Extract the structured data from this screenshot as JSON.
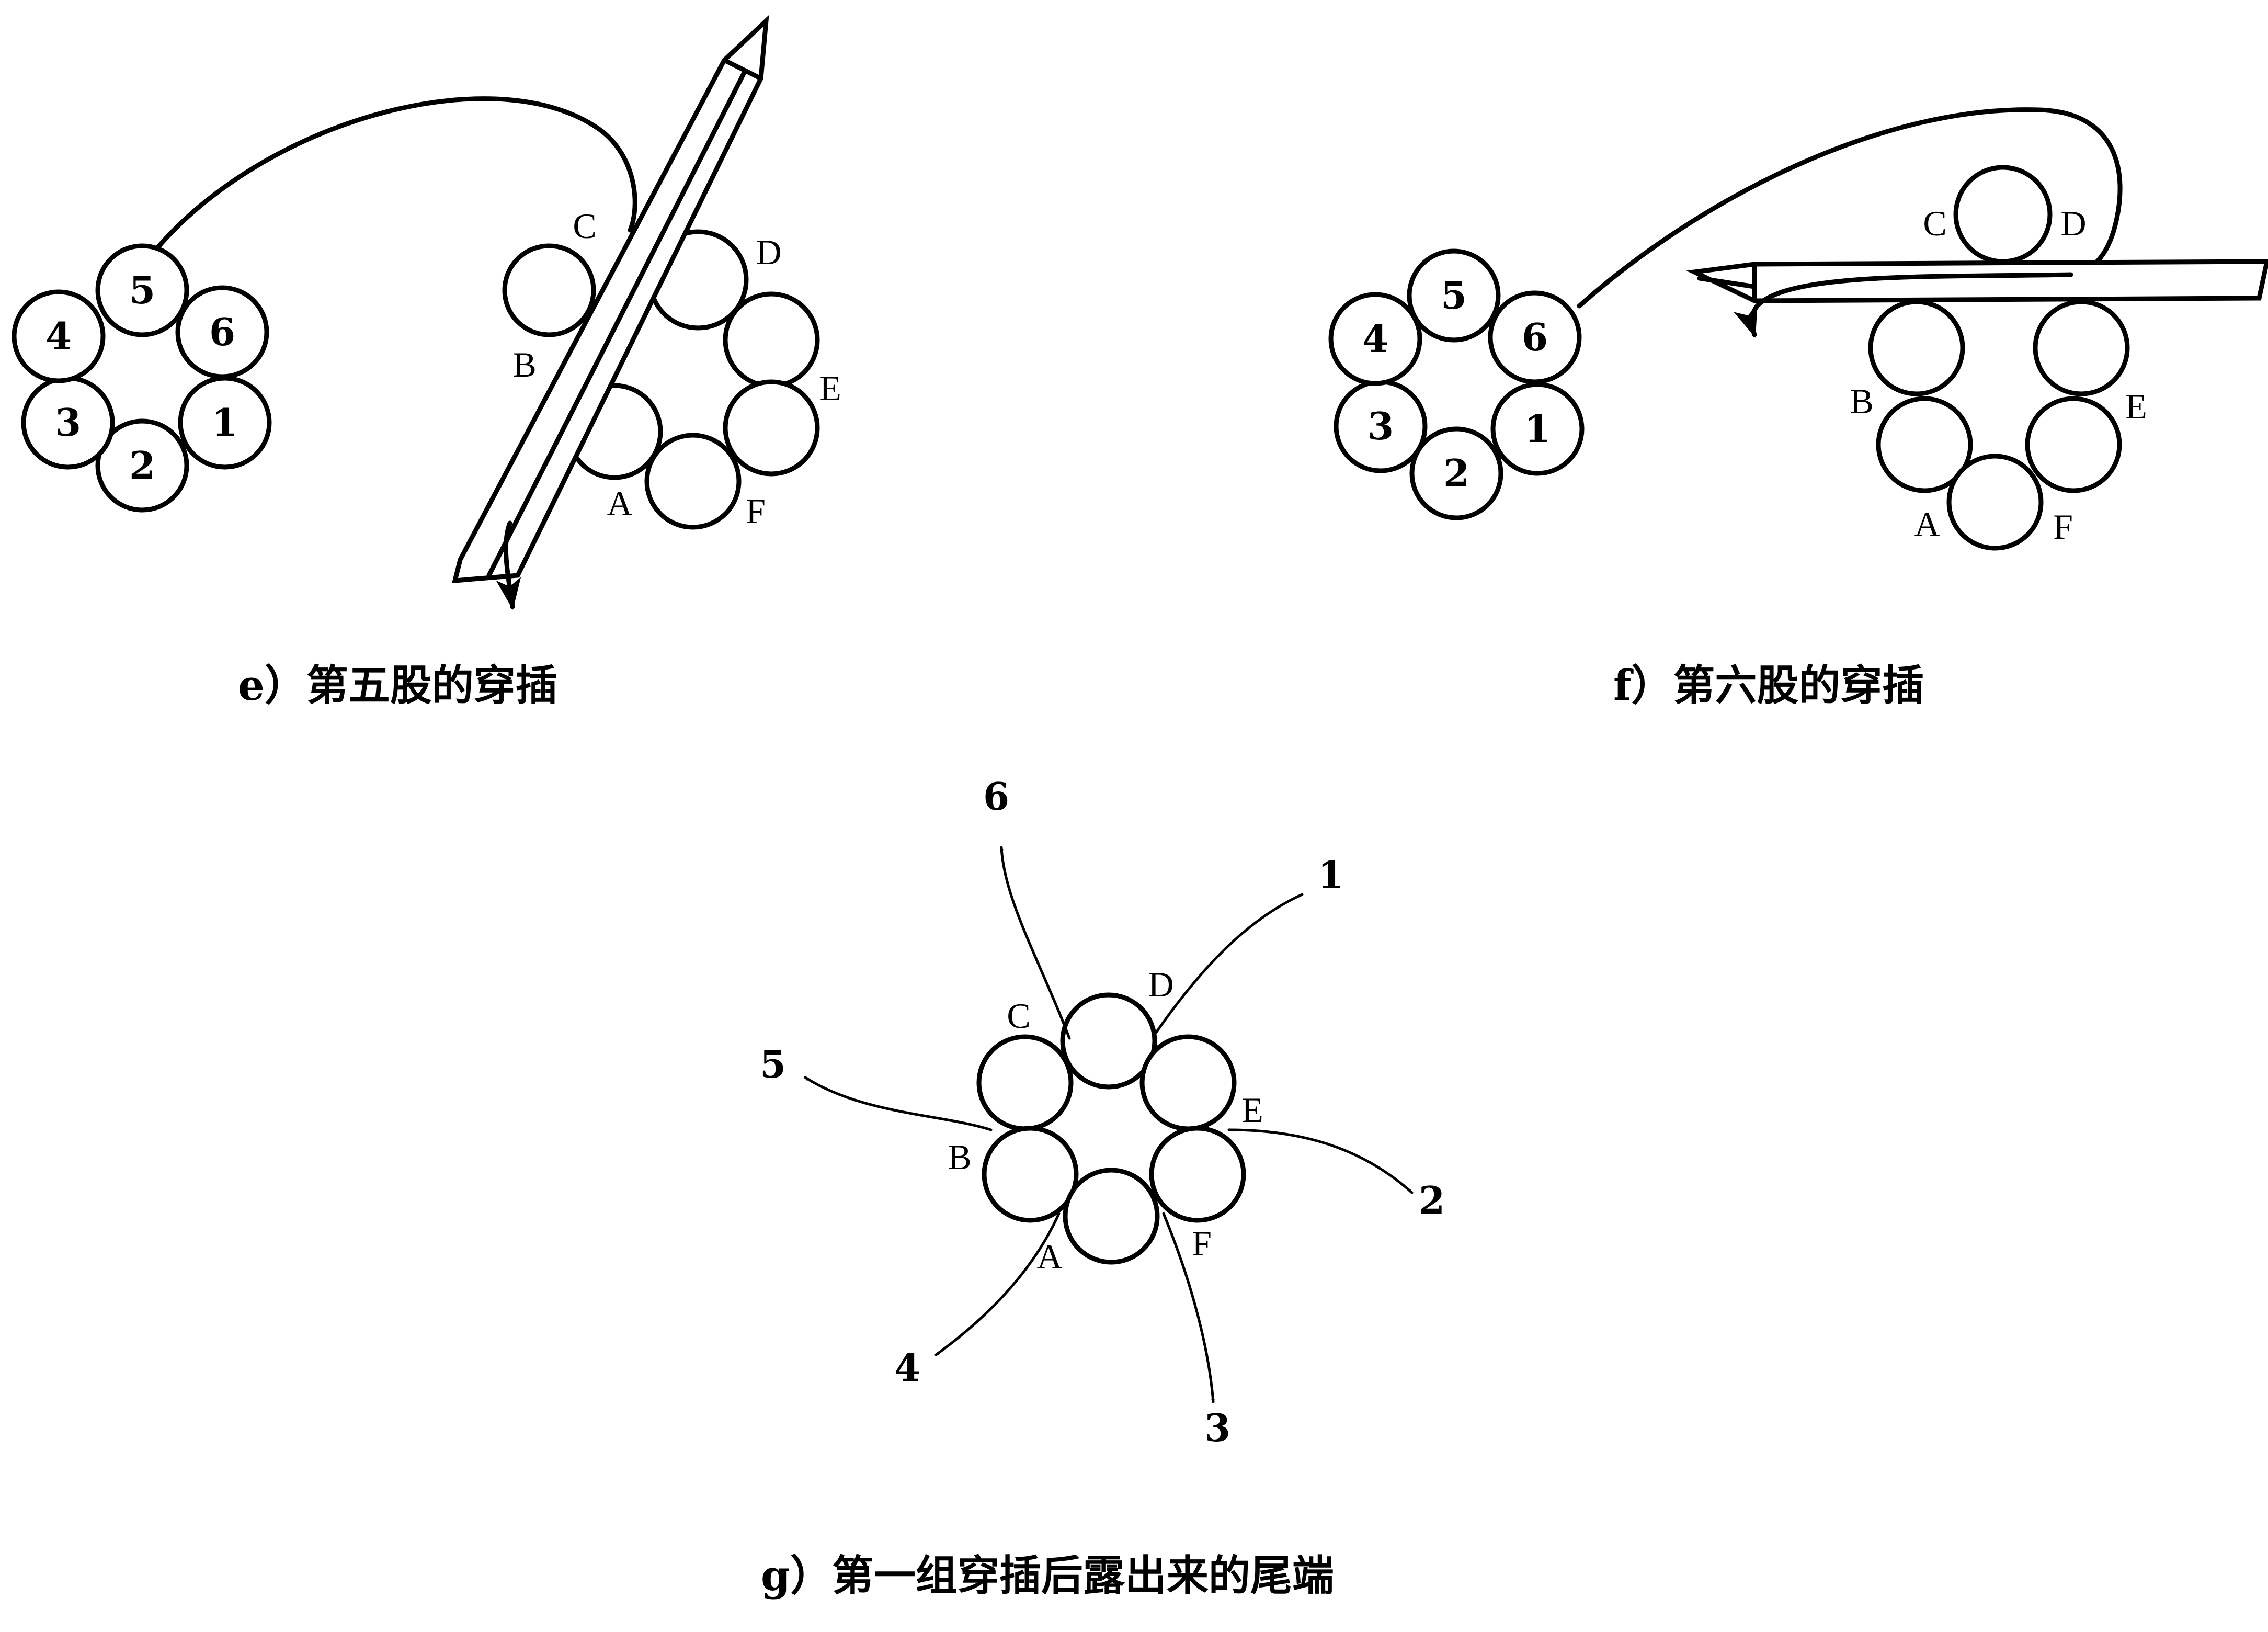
{
  "panels": {
    "e": {
      "caption": "e）第五股的穿插",
      "strands": [
        "1",
        "2",
        "3",
        "4",
        "5",
        "6"
      ],
      "letters": [
        "A",
        "B",
        "C",
        "D",
        "E",
        "F"
      ]
    },
    "f": {
      "caption": "f）第六股的穿插",
      "strands": [
        "1",
        "2",
        "3",
        "4",
        "5",
        "6"
      ],
      "letters": [
        "A",
        "B",
        "C",
        "D",
        "E",
        "F"
      ]
    },
    "g": {
      "caption": "g）第一组穿插后露出来的尾端",
      "letters": [
        "A",
        "B",
        "C",
        "D",
        "E",
        "F"
      ],
      "ends": [
        "1",
        "2",
        "3",
        "4",
        "5",
        "6"
      ]
    }
  }
}
